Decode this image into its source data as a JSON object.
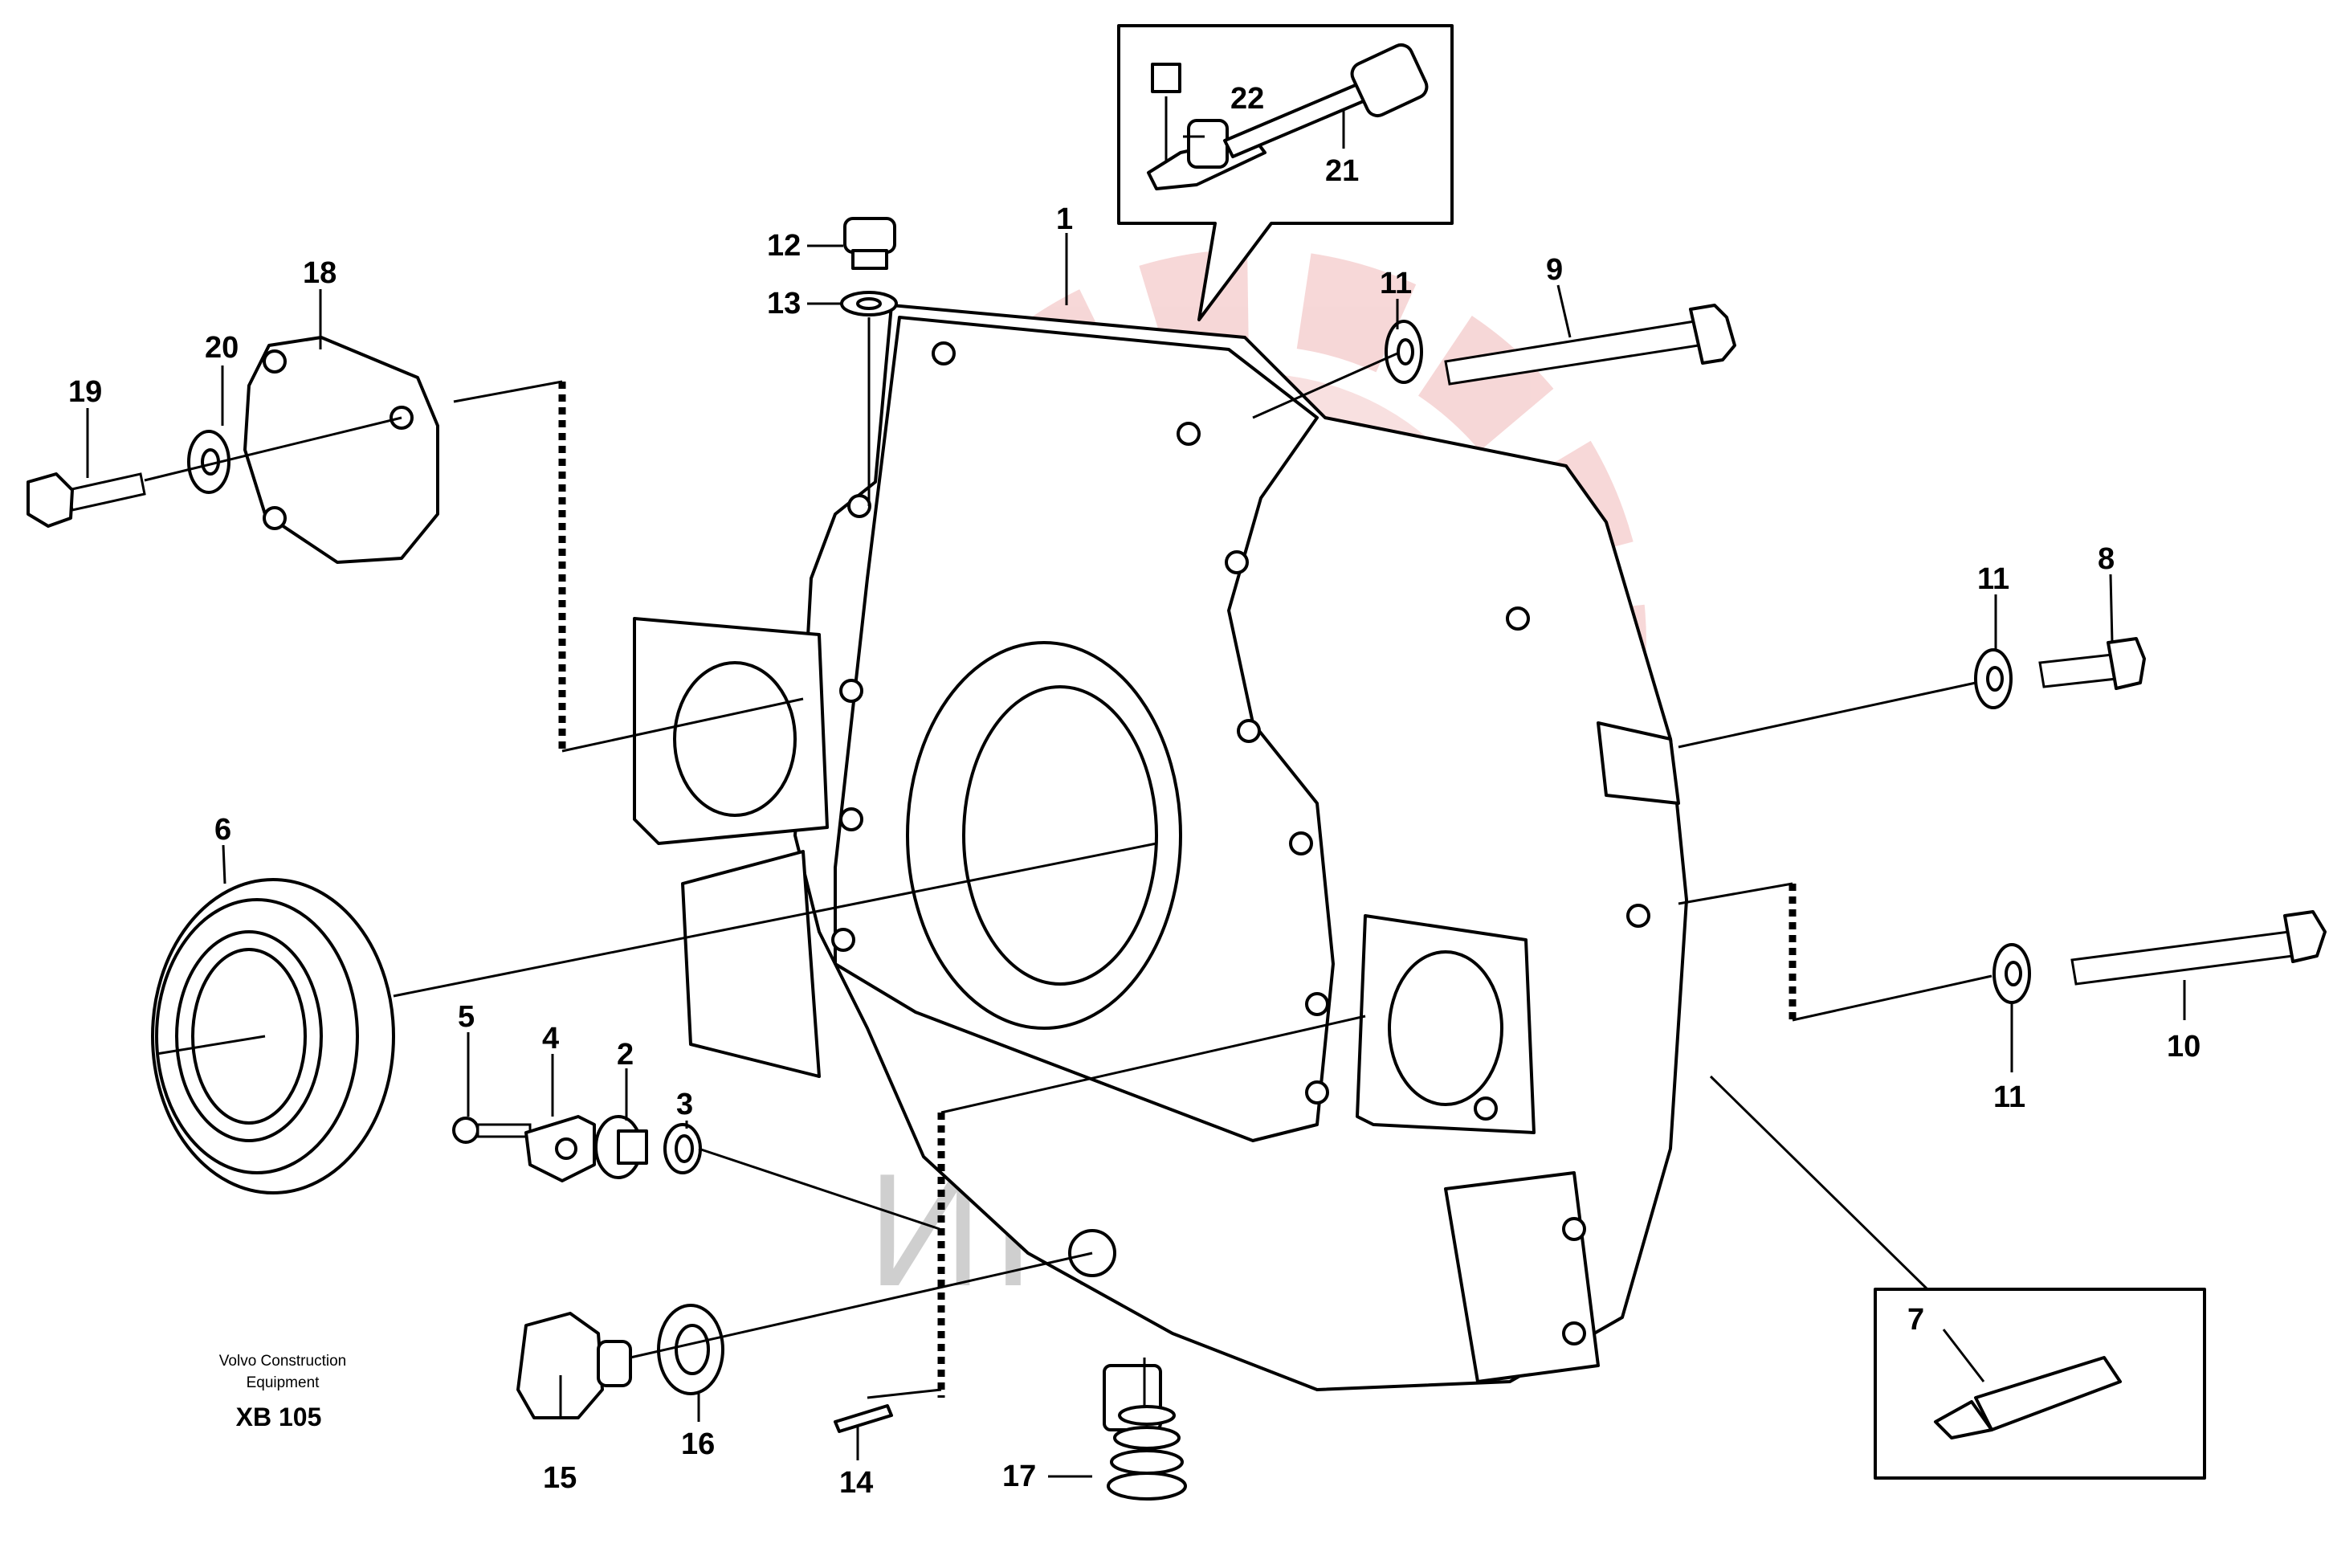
{
  "callouts": [
    {
      "id": "1",
      "text": "1"
    },
    {
      "id": "2",
      "text": "2"
    },
    {
      "id": "3",
      "text": "3"
    },
    {
      "id": "4",
      "text": "4"
    },
    {
      "id": "5",
      "text": "5"
    },
    {
      "id": "6",
      "text": "6"
    },
    {
      "id": "7",
      "text": "7"
    },
    {
      "id": "8",
      "text": "8"
    },
    {
      "id": "9",
      "text": "9"
    },
    {
      "id": "10",
      "text": "10"
    },
    {
      "id": "11a",
      "text": "11"
    },
    {
      "id": "11b",
      "text": "11"
    },
    {
      "id": "11c",
      "text": "11"
    },
    {
      "id": "12",
      "text": "12"
    },
    {
      "id": "13",
      "text": "13"
    },
    {
      "id": "14",
      "text": "14"
    },
    {
      "id": "15",
      "text": "15"
    },
    {
      "id": "16",
      "text": "16"
    },
    {
      "id": "17",
      "text": "17"
    },
    {
      "id": "18",
      "text": "18"
    },
    {
      "id": "19",
      "text": "19"
    },
    {
      "id": "20",
      "text": "20"
    },
    {
      "id": "21",
      "text": "21"
    },
    {
      "id": "22",
      "text": "22"
    }
  ],
  "caption": {
    "line1": "Volvo Construction",
    "line2": "Equipment",
    "code": "XB 105"
  },
  "watermark": {
    "text": "ИНТЕХ",
    "color": "#f0c8c8"
  }
}
